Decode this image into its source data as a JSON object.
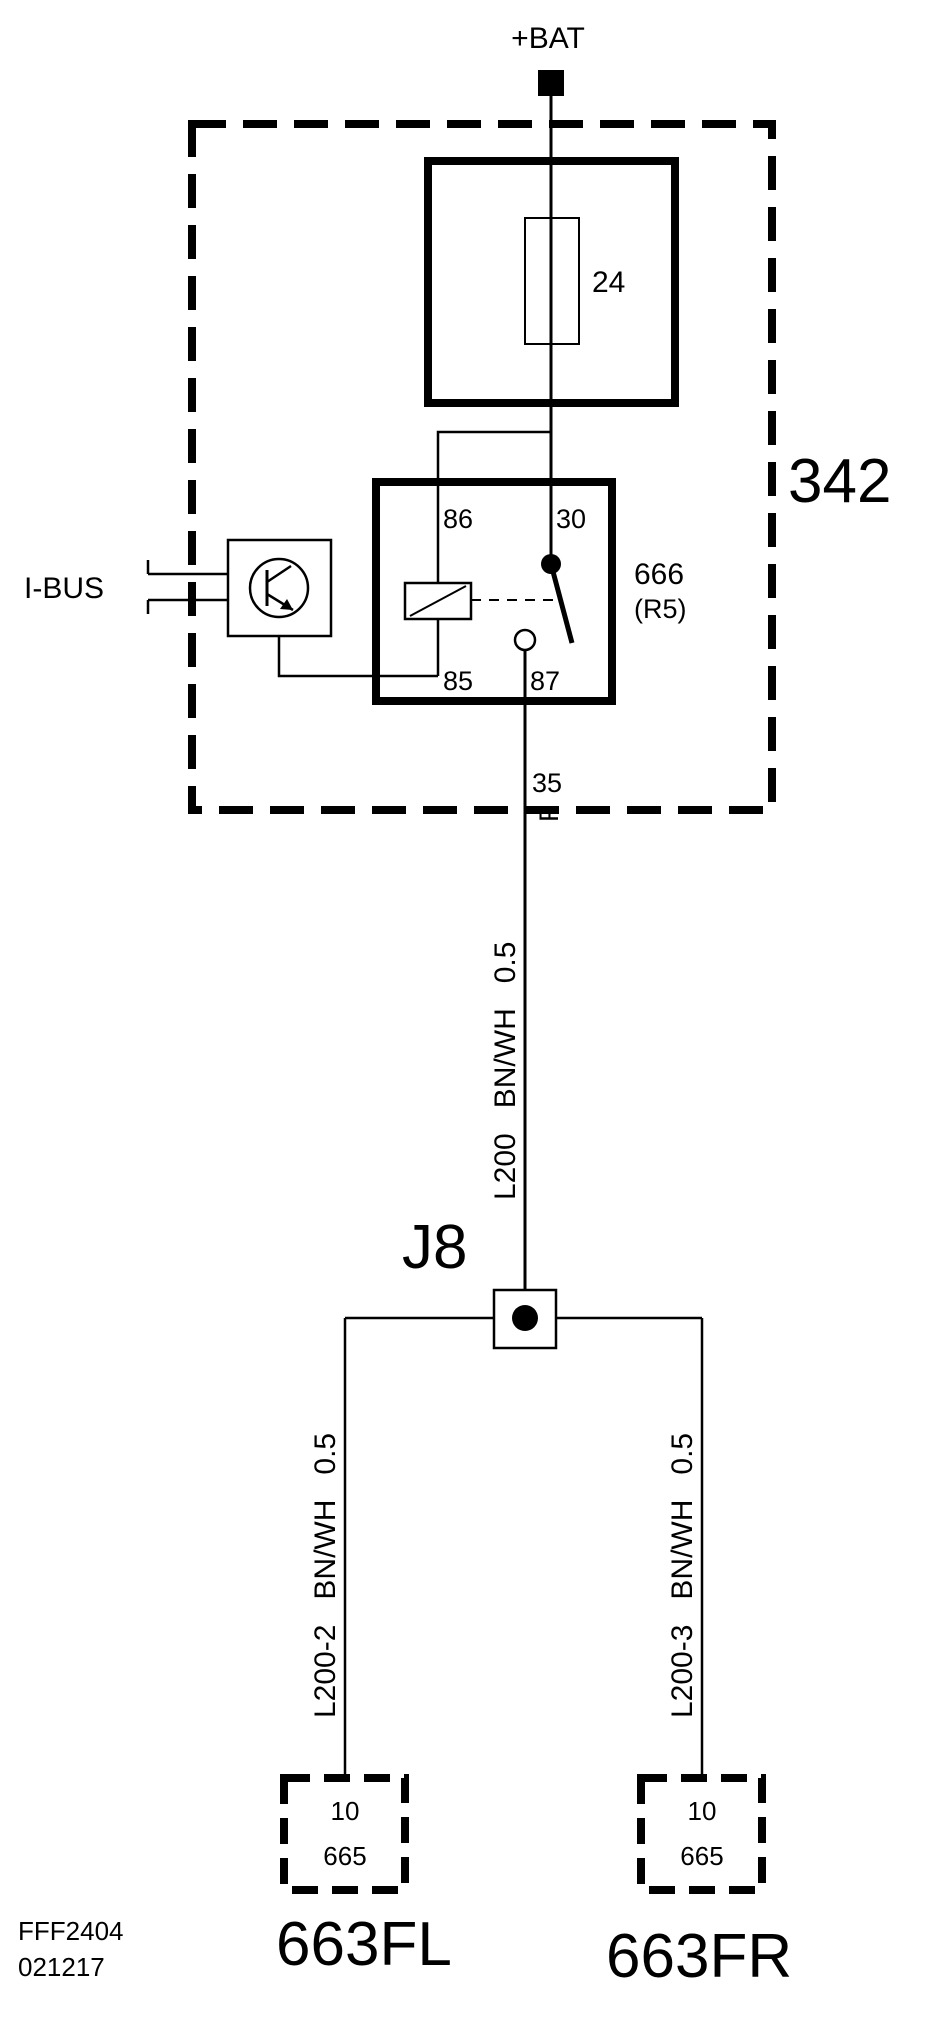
{
  "supply": {
    "label": "+BAT"
  },
  "module": {
    "id": "342"
  },
  "fuse": {
    "id": "24"
  },
  "relay": {
    "id": "666",
    "sub": "(R5)",
    "pins": {
      "p86": "86",
      "p30": "30",
      "p85": "85",
      "p87": "87"
    }
  },
  "bus": {
    "label": "I-BUS"
  },
  "connector": {
    "pin": "35",
    "code": "F"
  },
  "main_wire": {
    "text": "L200   BN/WH   0.5"
  },
  "junction": {
    "id": "J8"
  },
  "left_wire": {
    "text": "L200-2   BN/WH   0.5"
  },
  "right_wire": {
    "text": "L200-3   BN/WH   0.5"
  },
  "left_load": {
    "pin": "10",
    "connector": "665",
    "id": "663FL"
  },
  "right_load": {
    "pin": "10",
    "connector": "665",
    "id": "663FR"
  },
  "drawing": {
    "number": "FFF2404",
    "date": "021217"
  }
}
